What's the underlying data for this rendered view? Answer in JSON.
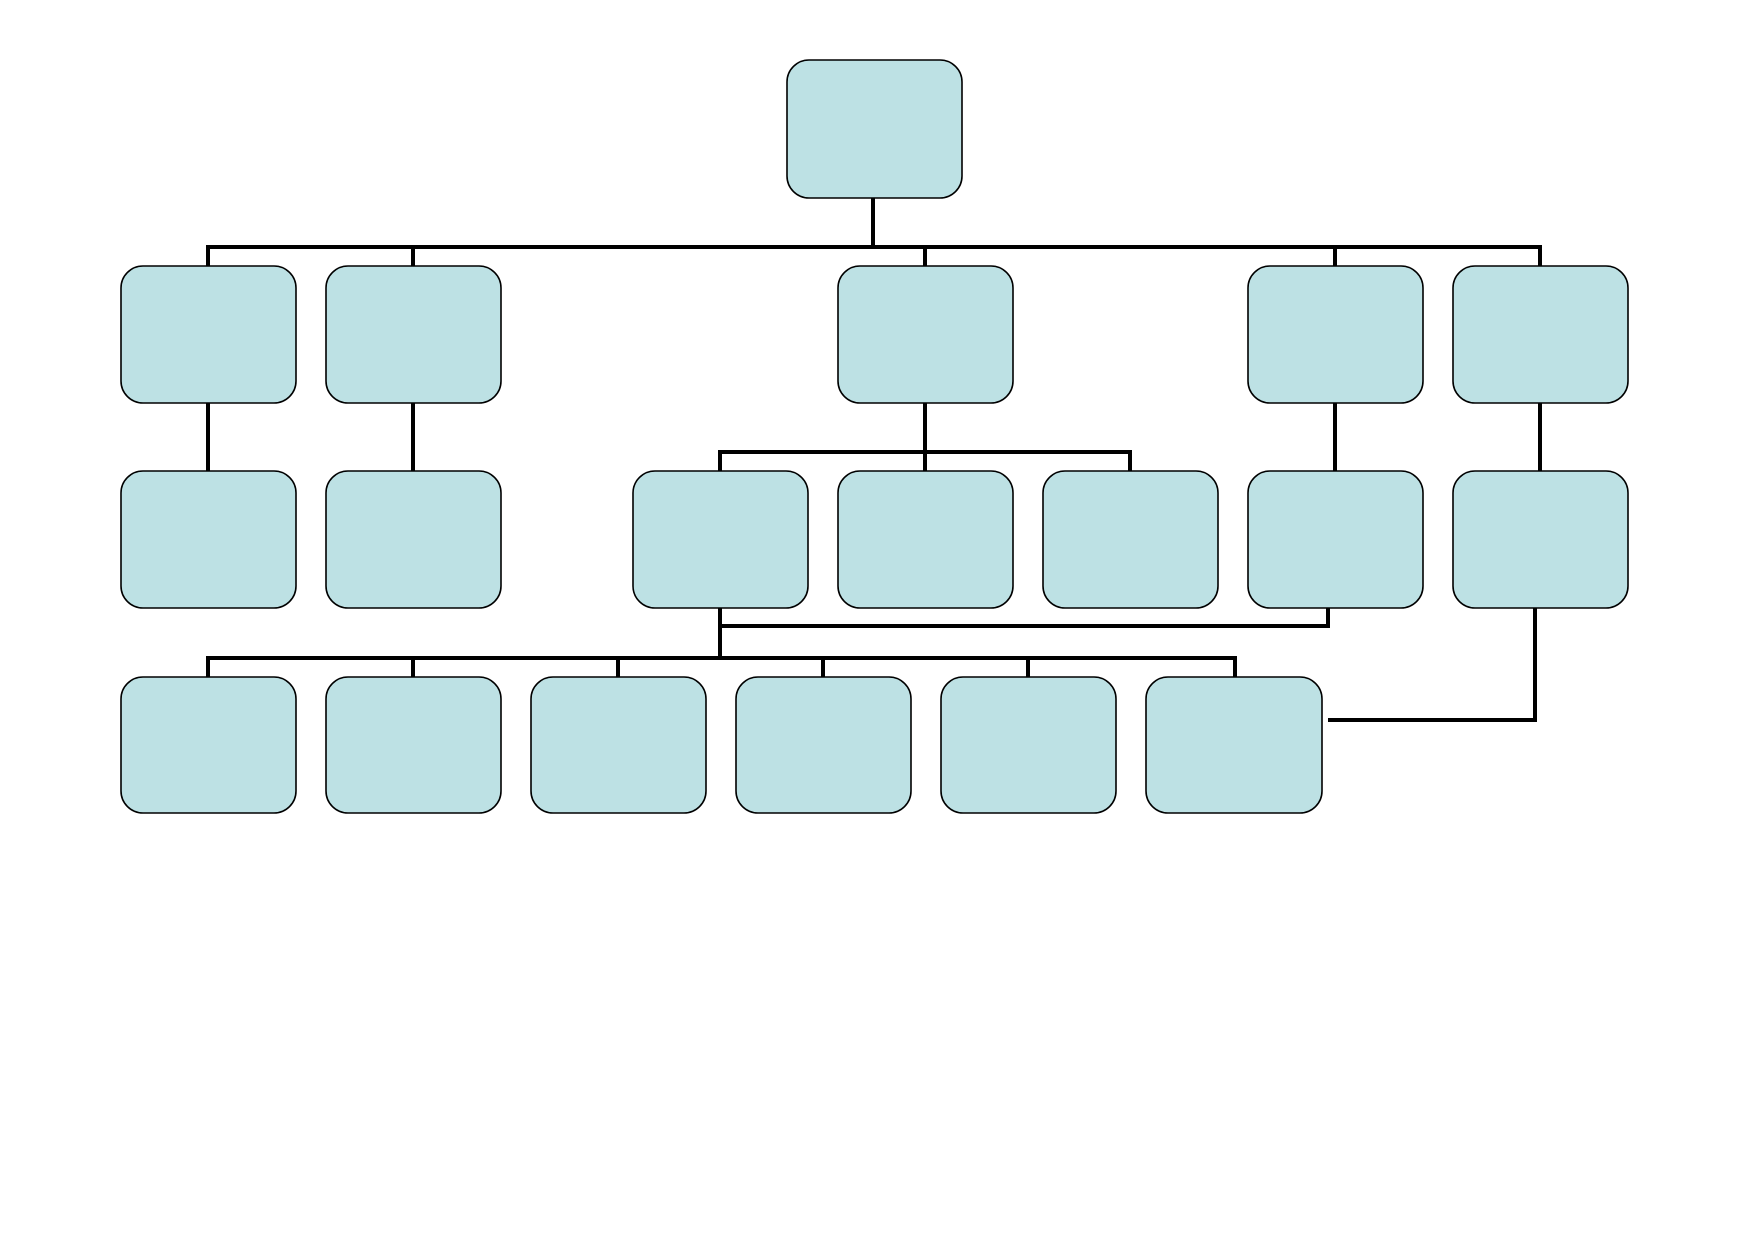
{
  "diagram": {
    "type": "org-chart",
    "colors": {
      "box_fill": "#bde1e4",
      "box_stroke": "#000000",
      "connector": "#000000",
      "background": "#ffffff"
    },
    "nodes": [
      {
        "id": "root",
        "level": 0,
        "label": ""
      },
      {
        "id": "l1-a",
        "level": 1,
        "label": ""
      },
      {
        "id": "l1-b",
        "level": 1,
        "label": ""
      },
      {
        "id": "l1-c",
        "level": 1,
        "label": ""
      },
      {
        "id": "l1-d",
        "level": 1,
        "label": ""
      },
      {
        "id": "l1-e",
        "level": 1,
        "label": ""
      },
      {
        "id": "l2-a",
        "level": 2,
        "label": ""
      },
      {
        "id": "l2-b",
        "level": 2,
        "label": ""
      },
      {
        "id": "l2-c",
        "level": 2,
        "label": ""
      },
      {
        "id": "l2-d",
        "level": 2,
        "label": ""
      },
      {
        "id": "l2-e",
        "level": 2,
        "label": ""
      },
      {
        "id": "l2-f",
        "level": 2,
        "label": ""
      },
      {
        "id": "l2-g",
        "level": 2,
        "label": ""
      },
      {
        "id": "l3-a",
        "level": 3,
        "label": ""
      },
      {
        "id": "l3-b",
        "level": 3,
        "label": ""
      },
      {
        "id": "l3-c",
        "level": 3,
        "label": ""
      },
      {
        "id": "l3-d",
        "level": 3,
        "label": ""
      },
      {
        "id": "l3-e",
        "level": 3,
        "label": ""
      },
      {
        "id": "l3-f",
        "level": 3,
        "label": ""
      }
    ],
    "edges": [
      {
        "from": "root",
        "to": "l1-a"
      },
      {
        "from": "root",
        "to": "l1-b"
      },
      {
        "from": "root",
        "to": "l1-c"
      },
      {
        "from": "root",
        "to": "l1-d"
      },
      {
        "from": "root",
        "to": "l1-e"
      },
      {
        "from": "l1-a",
        "to": "l2-a"
      },
      {
        "from": "l1-b",
        "to": "l2-b"
      },
      {
        "from": "l1-c",
        "to": "l2-c"
      },
      {
        "from": "l1-c",
        "to": "l2-d"
      },
      {
        "from": "l1-c",
        "to": "l2-e"
      },
      {
        "from": "l1-d",
        "to": "l2-f"
      },
      {
        "from": "l1-e",
        "to": "l2-g"
      },
      {
        "from": "l2-c",
        "to": "l3-a"
      },
      {
        "from": "l2-c",
        "to": "l3-b"
      },
      {
        "from": "l2-c",
        "to": "l3-c"
      },
      {
        "from": "l2-c",
        "to": "l3-d"
      },
      {
        "from": "l2-c",
        "to": "l3-e"
      },
      {
        "from": "l2-c",
        "to": "l3-f"
      },
      {
        "from": "l2-c",
        "to": "l2-f"
      },
      {
        "from": "l2-g",
        "to": "l3-f"
      }
    ]
  }
}
